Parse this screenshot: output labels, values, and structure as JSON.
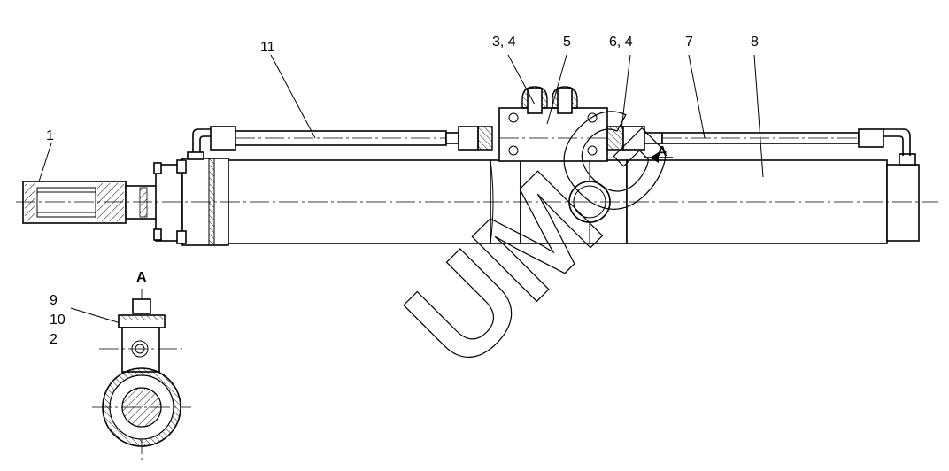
{
  "labels": {
    "part_1": "1",
    "part_11": "11",
    "part_3_4": "3, 4",
    "part_5": "5",
    "part_6_4": "6, 4",
    "part_7": "7",
    "part_8": "8",
    "part_9": "9",
    "part_10": "10",
    "part_2": "2",
    "view_a": "A",
    "section_arrow_a": "A"
  },
  "watermark": "UMG"
}
